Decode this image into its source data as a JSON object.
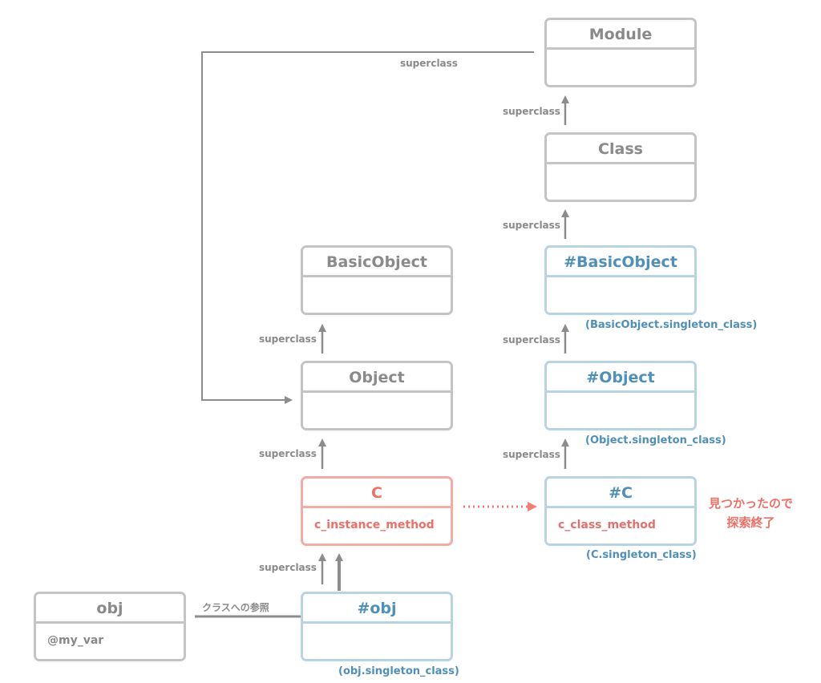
{
  "boxes": {
    "module": {
      "title": "Module",
      "body": ""
    },
    "class": {
      "title": "Class",
      "body": ""
    },
    "basicobject": {
      "title": "BasicObject",
      "body": ""
    },
    "object": {
      "title": "Object",
      "body": ""
    },
    "c": {
      "title": "C",
      "body": "c_instance_method"
    },
    "obj": {
      "title": "obj",
      "body": "@my_var"
    },
    "singleton_basicobject": {
      "title": "#BasicObject",
      "body": ""
    },
    "singleton_object": {
      "title": "#Object",
      "body": ""
    },
    "singleton_c": {
      "title": "#C",
      "body": "c_class_method"
    },
    "singleton_obj": {
      "title": "#obj",
      "body": ""
    }
  },
  "singleton_labels": {
    "basicobject": "(BasicObject.singleton_class)",
    "object": "(Object.singleton_class)",
    "c": "(C.singleton_class)",
    "obj": "(obj.singleton_class)"
  },
  "edge_labels": {
    "superclass": "superclass",
    "class_ref": "クラスへの参照"
  },
  "note": {
    "line1": "見つかったので",
    "line2": "探索終了"
  },
  "colors": {
    "gray_border": "#c4c4c4",
    "gray_text": "#8a8a8a",
    "blue_border": "#b7d3e4",
    "blue_text": "#4f8fb8",
    "red_border": "#f4aaa5",
    "red_text": "#ef6f66",
    "arrow": "#8c8c8c"
  }
}
